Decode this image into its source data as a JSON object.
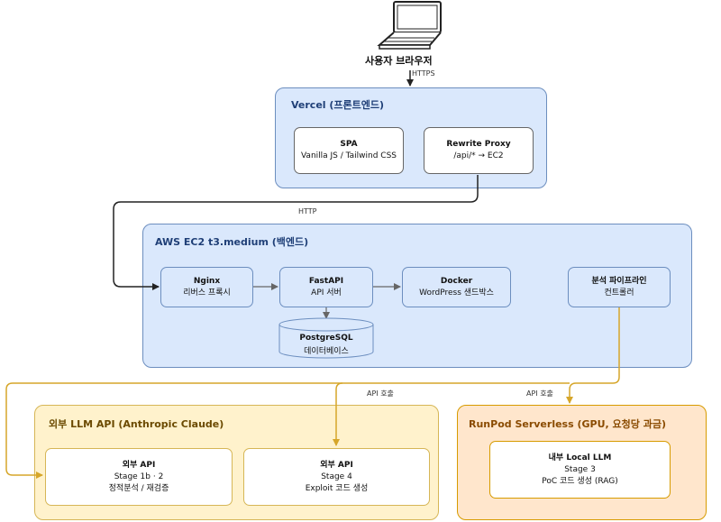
{
  "user": {
    "label": "사용자 브라우저"
  },
  "edges": {
    "https": "HTTPS",
    "http": "HTTP",
    "api_call_1": "API 호출",
    "api_call_2": "API 호출"
  },
  "vercel": {
    "title": "Vercel (프론트엔드)",
    "spa": {
      "title": "SPA",
      "sub": "Vanilla JS / Tailwind CSS"
    },
    "rewrite": {
      "title": "Rewrite Proxy",
      "sub": "/api/* → EC2"
    }
  },
  "ec2": {
    "title": "AWS EC2 t3.medium (백엔드)",
    "nginx": {
      "title": "Nginx",
      "sub": "리버스 프록시"
    },
    "fastapi": {
      "title": "FastAPI",
      "sub": "API 서버"
    },
    "docker": {
      "title": "Docker",
      "sub": "WordPress 샌드박스"
    },
    "pipeline": {
      "title": "분석 파이프라인",
      "sub": "컨트롤러"
    },
    "postgres": {
      "title": "PostgreSQL",
      "sub": "데이터베이스"
    }
  },
  "ext": {
    "title": "외부 LLM API (Anthropic Claude)",
    "api1": {
      "title": "외부 API",
      "line2": "Stage 1b · 2",
      "line3": "정적분석 / 재검증"
    },
    "api2": {
      "title": "외부 API",
      "line2": "Stage 4",
      "line3": "Exploit 코드 생성"
    }
  },
  "runpod": {
    "title": "RunPod Serverless (GPU, 요청당 과금)",
    "local": {
      "title": "내부 Local LLM",
      "line2": "Stage 3",
      "line3": "PoC 코드 생성 (RAG)"
    }
  },
  "colors": {
    "blue_fill": "#dae8fc",
    "blue_stroke": "#6c8ebf",
    "yellow_fill": "#fff2cc",
    "yellow_stroke": "#d6b656",
    "orange_fill": "#ffe6cc",
    "orange_stroke": "#d79b00",
    "edge": "#222222",
    "edge_yellow": "#d6a62a"
  }
}
